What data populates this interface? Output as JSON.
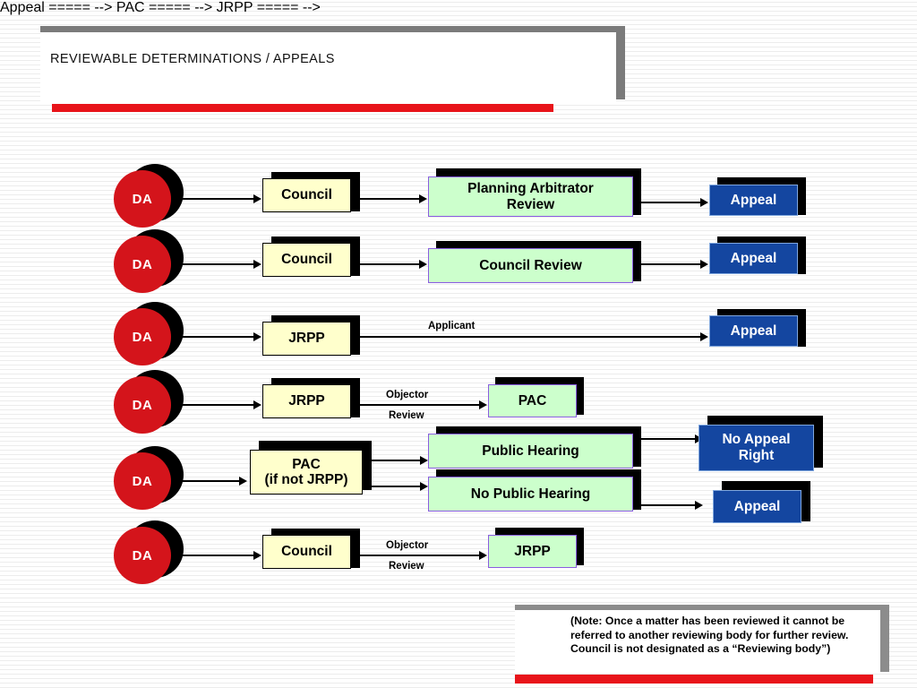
{
  "header": {
    "title": "REVIEWABLE DETERMINATIONS / APPEALS",
    "accent_gray": "#7b7b7b",
    "accent_red": "#e8141a"
  },
  "palette": {
    "da_red": "#d4141b",
    "yellow_box": "#ffffcc",
    "green_box": "#ccffcc",
    "green_border": "#8a5ce0",
    "blue_box": "#1446a0",
    "blue_border": "#7fa6dd",
    "shadow": "#000000"
  },
  "diagram": {
    "type": "flowchart",
    "rows": [
      {
        "id": "row-1",
        "start": "DA",
        "nodes": [
          "Council",
          "Planning Arbitrator Review",
          "Appeal"
        ],
        "edge_labels": []
      },
      {
        "id": "row-2",
        "start": "DA",
        "nodes": [
          "Council",
          "Council Review",
          "Appeal"
        ],
        "edge_labels": []
      },
      {
        "id": "row-3",
        "start": "DA",
        "nodes": [
          "JRPP",
          "Appeal"
        ],
        "edge_labels": [
          "Applicant"
        ]
      },
      {
        "id": "row-4",
        "start": "DA",
        "nodes": [
          "JRPP",
          "PAC"
        ],
        "edge_labels": [
          "Objector",
          "Review"
        ]
      },
      {
        "id": "row-5",
        "start": "DA",
        "nodes": [
          "PAC (if not JRPP)",
          "Public Hearing",
          "No Public Hearing",
          "No Appeal Right",
          "Appeal"
        ],
        "edge_labels": []
      },
      {
        "id": "row-6",
        "start": "DA",
        "nodes": [
          "Council",
          "JRPP"
        ],
        "edge_labels": [
          "Objector",
          "Review"
        ]
      }
    ],
    "labels": {
      "da": "DA",
      "council": "Council",
      "jrpp": "JRPP",
      "pac": "PAC",
      "pac_line1": "PAC",
      "pac_line2": "(if not JRPP)",
      "planning_arbitrator_review_line1": "Planning Arbitrator",
      "planning_arbitrator_review_line2": "Review",
      "council_review": "Council Review",
      "public_hearing": "Public Hearing",
      "no_public_hearing": "No Public Hearing",
      "appeal": "Appeal",
      "no_appeal_right_line1": "No Appeal",
      "no_appeal_right_line2": "Right",
      "applicant": "Applicant",
      "objector": "Objector",
      "review": "Review"
    }
  },
  "note": {
    "text": "(Note: Once a matter has been reviewed it cannot be referred to another reviewing body for further review.  Council is not designated as a “Reviewing body”)"
  }
}
